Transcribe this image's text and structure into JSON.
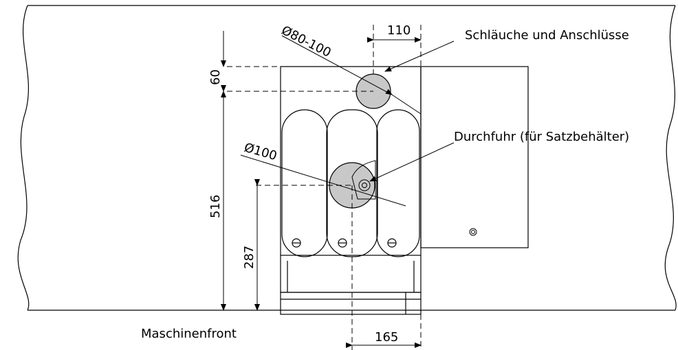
{
  "labels": {
    "hoses": "Schläuche und Anschlüsse",
    "passage": "Durchfuhr (für Satzbehälter)",
    "machine_front": "Maschinenfront"
  },
  "dimensions": {
    "d_top": "Ø80-100",
    "d_mid": "Ø100",
    "dim_110": "110",
    "dim_60": "60",
    "dim_516": "516",
    "dim_287": "287",
    "dim_165": "165"
  },
  "colors": {
    "line": "#000000",
    "hole_fill": "#c8c8c8",
    "background": "#ffffff"
  }
}
